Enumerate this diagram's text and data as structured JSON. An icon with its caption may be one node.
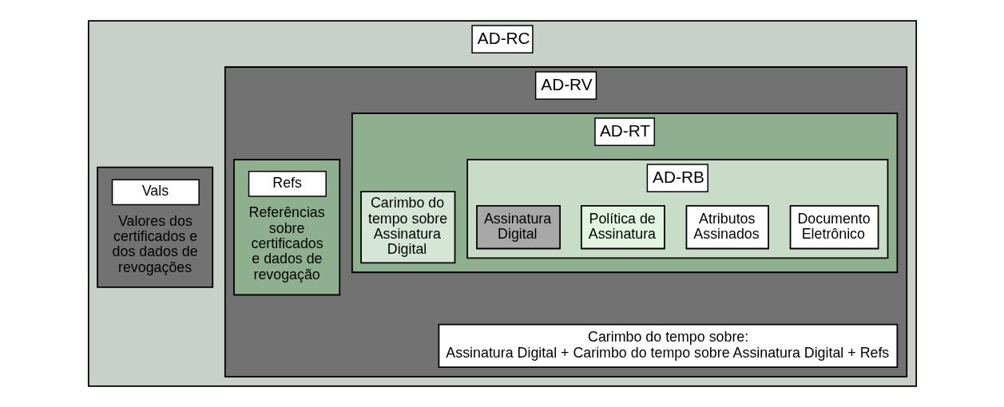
{
  "diagram": {
    "nodes": [
      {
        "text": [
          "AD-RC"
        ]
      },
      {
        "text": [
          "AD-RV"
        ],
        "in": 0
      },
      {
        "text": [
          "AD-RT"
        ],
        "in": 1
      },
      {
        "text": [
          "AD-RB"
        ],
        "in": 2
      },
      {
        "text": [
          "Documento Eletrônico"
        ],
        "in": 3
      },
      {
        "text": [
          "Atributos Assinados"
        ],
        "in": 3
      },
      {
        "text": [
          "Política de Assinatura"
        ],
        "in": 3
      },
      {
        "text": [
          "Assinatura Digital"
        ],
        "in": 3
      },
      {
        "text": [
          "Carimbo do tempo sobre Assinatura Digital"
        ],
        "in": 2
      },
      {
        "text": [
          "Refs",
          "Referências sobre certificados e dados de revogação"
        ],
        "in": 1
      },
      {
        "text": [
          "Carimbo do tempo sobre: Assinatura Digital + Carimbo do tempo sobre Assinatura Digital + Refs"
        ],
        "in": 1
      },
      {
        "text": [
          "Vals",
          "Valores dos certificados e dos dados de revogações"
        ],
        "in": 0
      }
    ],
    "edges": []
  }
}
